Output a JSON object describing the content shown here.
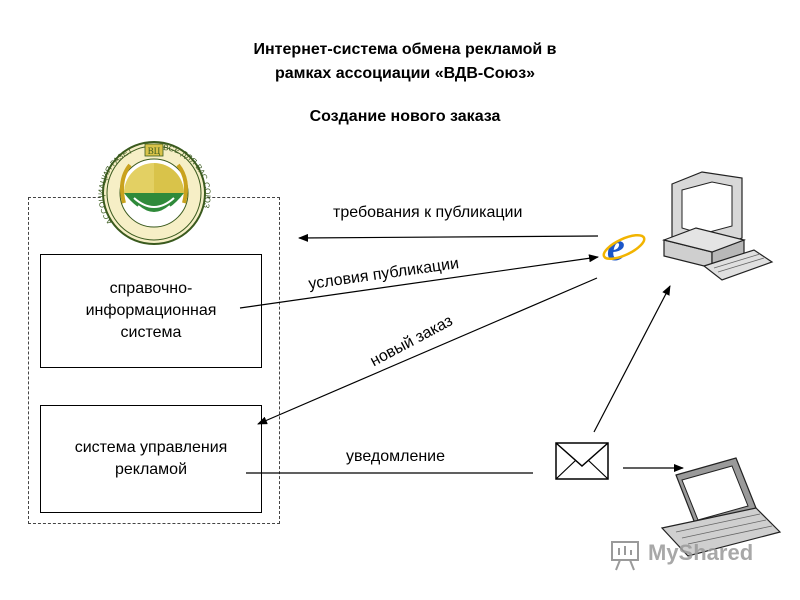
{
  "header": {
    "title_line1": "Интернет-система обмена рекламой в",
    "title_line2": "рамках ассоциации «ВДВ-Союз»",
    "subtitle": "Создание нового заказа"
  },
  "logo": {
    "ring_text_left": "АССОЦИАЦИЯ ГАЗЕТ",
    "ring_text_right": "ВСЕ ДЛЯ ВАС СОЮЗ",
    "monogram": "ВЦ"
  },
  "nodes": {
    "info_system": "справочно-информационная система",
    "info_system_lines": [
      "справочно-",
      "информационная",
      "система"
    ],
    "ad_management": "система управления рекламой",
    "ad_management_lines": [
      "система управления",
      "рекламой"
    ]
  },
  "edges": {
    "requirements": "требования к публикации",
    "conditions": "условия публикации",
    "new_order": "новый заказ",
    "notification": "уведомление"
  },
  "icons": [
    "computer-icon",
    "ie-browser-icon",
    "envelope-icon",
    "laptop-icon",
    "association-emblem-icon"
  ],
  "watermark": "MyShared"
}
